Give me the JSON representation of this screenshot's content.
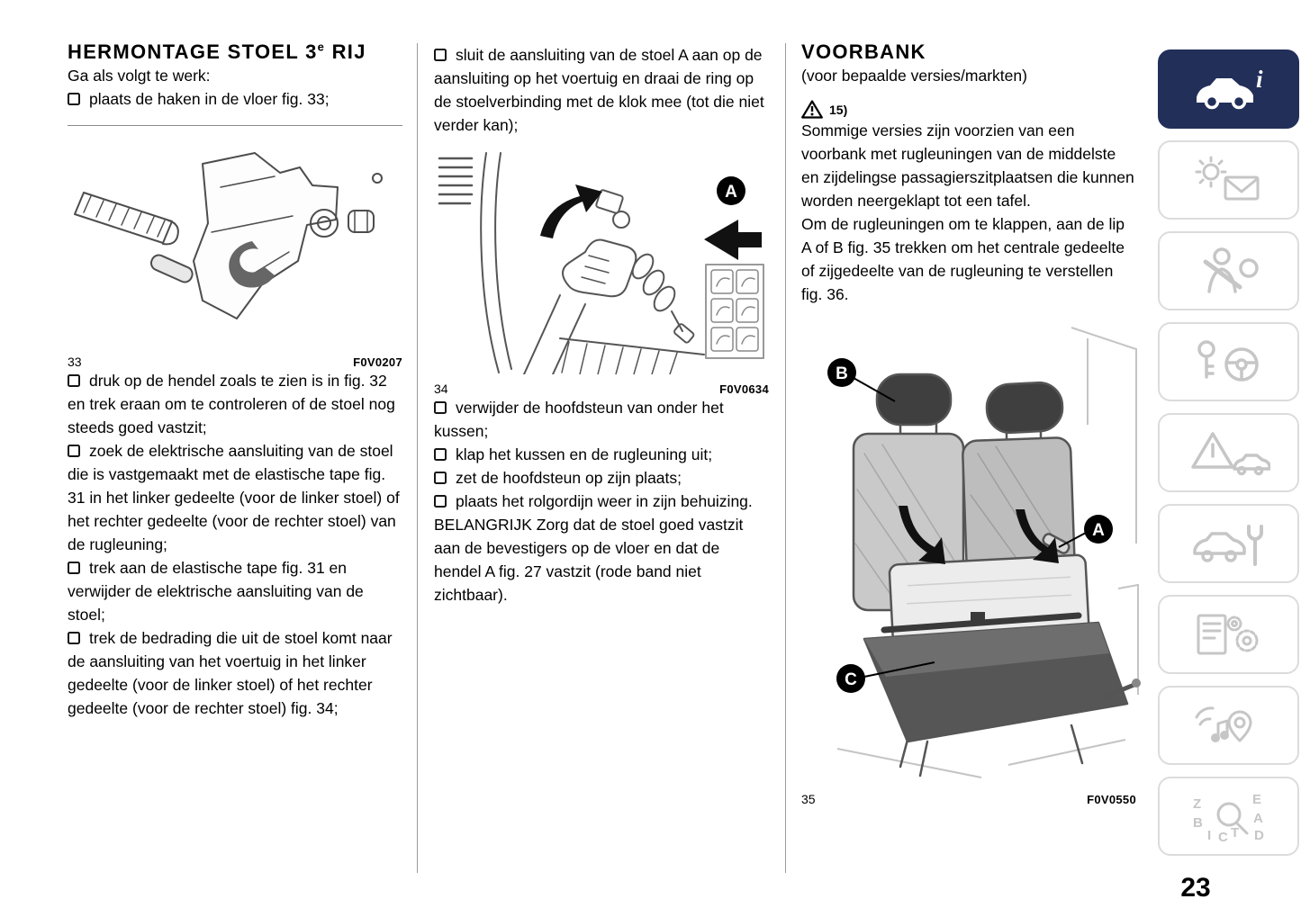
{
  "page_number": "23",
  "col1": {
    "heading": {
      "pre": "HERMONTAGE STOEL 3",
      "sup": "e",
      "post": " RIJ"
    },
    "intro": "Ga als volgt te werk:",
    "bullet0": "plaats de haken in de vloer fig. 33;",
    "fig33": {
      "num": "33",
      "code": "F0V0207"
    },
    "bullets": [
      "druk op de hendel zoals te zien is in fig. 32 en trek eraan om te controleren of de stoel nog steeds goed vastzit;",
      "zoek de elektrische aansluiting van de stoel die is vastgemaakt met de elastische tape fig. 31 in het linker gedeelte (voor de linker stoel) of het rechter gedeelte (voor de rechter stoel) van de rugleuning;",
      "trek aan de elastische tape fig. 31 en verwijder de elektrische aansluiting van de stoel;",
      "trek de bedrading die uit de stoel komt naar de aansluiting van het voertuig in het linker gedeelte (voor de linker stoel) of het rechter gedeelte (voor de rechter stoel) fig. 34;"
    ]
  },
  "col2": {
    "bullet0": "sluit de aansluiting van de stoel A aan op de aansluiting op het voertuig en draai de ring op de stoelverbinding met de klok mee (tot die niet verder kan);",
    "fig34": {
      "num": "34",
      "code": "F0V0634",
      "label_a": "A"
    },
    "bullets": [
      "verwijder de hoofdsteun van onder het kussen;",
      "klap het kussen en de rugleuning uit;",
      "zet de hoofdsteun op zijn plaats;",
      "plaats het rolgordijn weer in zijn behuizing."
    ],
    "important": "BELANGRIJK Zorg dat de stoel goed vastzit aan de bevestigers op de vloer en dat de hendel A fig. 27 vastzit (rode band niet zichtbaar)."
  },
  "col3": {
    "heading": "VOORBANK",
    "subheading": "(voor bepaalde versies/markten)",
    "warning_ref": "15)",
    "para1": "Sommige versies zijn voorzien van een voorbank met rugleuningen van de middelste en zijdelingse passagierszitplaatsen die kunnen worden neergeklapt tot een tafel.",
    "para2": "Om de rugleuningen om te klappen, aan de lip A of B fig. 35 trekken om het centrale gedeelte of zijgedeelte van de rugleuning te verstellen fig. 36.",
    "fig35": {
      "num": "35",
      "code": "F0V0550",
      "label_a": "A",
      "label_b": "B",
      "label_c": "C"
    }
  },
  "sidebar": {
    "active_color": "#222f59",
    "info_i": "i",
    "index_letters": [
      "Z",
      "E",
      "B",
      "A",
      "D",
      "I",
      "C",
      "T"
    ],
    "tabs": [
      {
        "name": "vehicle-info",
        "active": true
      },
      {
        "name": "dashboard-and-messages",
        "active": false
      },
      {
        "name": "safety",
        "active": false
      },
      {
        "name": "starting-and-driving",
        "active": false
      },
      {
        "name": "emergency",
        "active": false
      },
      {
        "name": "servicing-and-care",
        "active": false
      },
      {
        "name": "technical-data",
        "active": false
      },
      {
        "name": "multimedia",
        "active": false
      },
      {
        "name": "index",
        "active": false
      }
    ]
  }
}
